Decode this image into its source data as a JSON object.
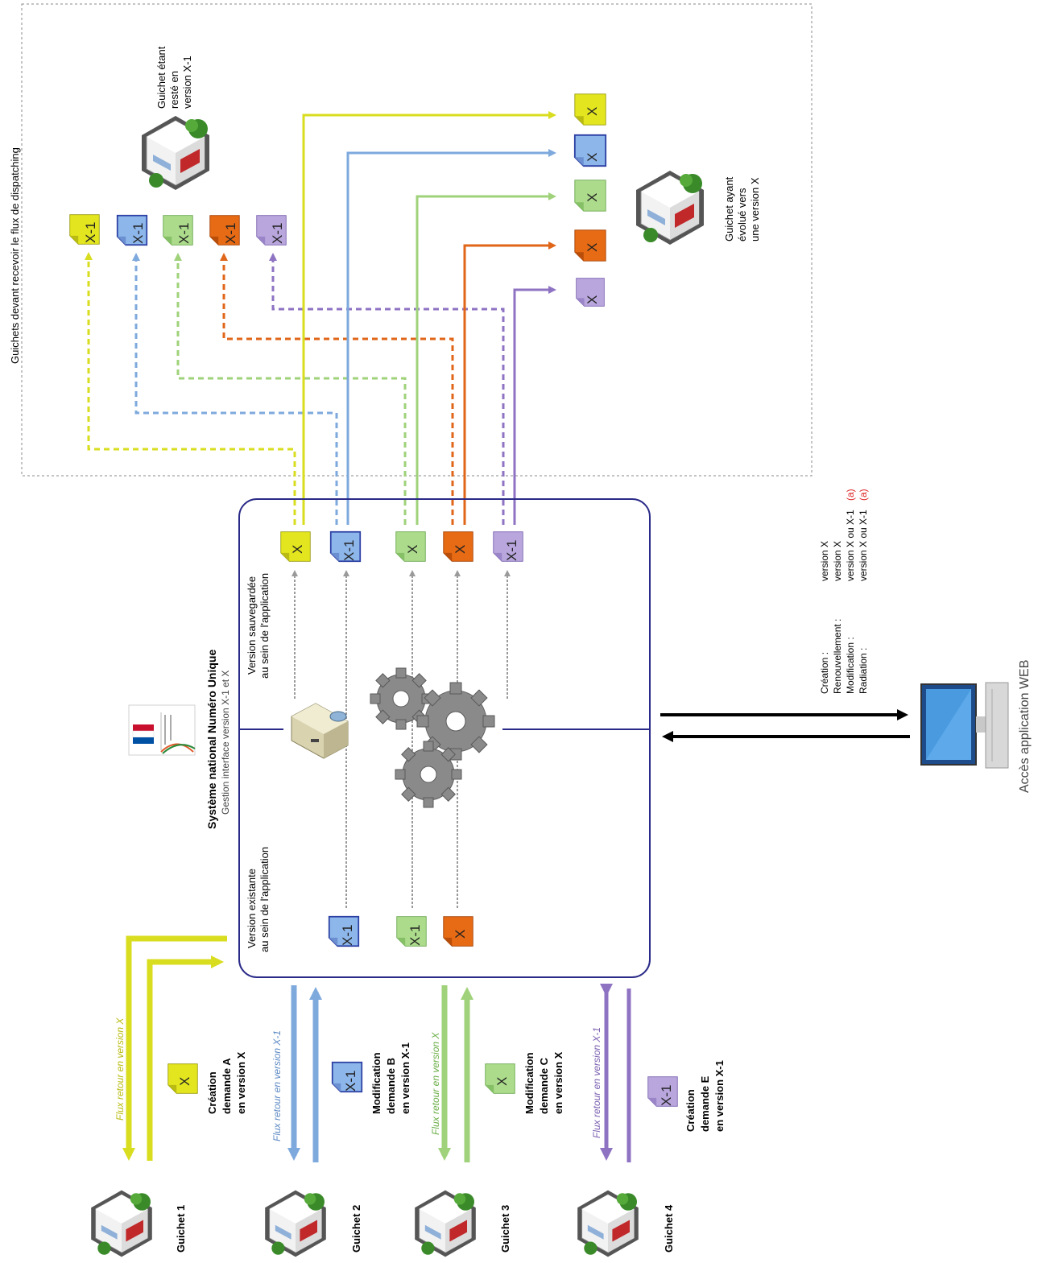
{
  "colors": {
    "yellow": "#d9dd1f",
    "blue": "#7ea9dd",
    "green": "#9fd27a",
    "orange": "#e0661a",
    "purple": "#8f73c3",
    "frame": "#2a2a88",
    "dashed_box": "#888888",
    "web_red": "#dd2222"
  },
  "icons": {
    "guichet": "building-icon",
    "server": "server-icon",
    "gears": "gears-icon",
    "computer": "computer-icon",
    "logo": "ministry-logo-icon",
    "document": "document-icon"
  },
  "dispatch_box_title": "Guichets devant recevoir le flux de dispatching",
  "guichet_reste": [
    "Guichet étant",
    "resté en",
    "version X-1"
  ],
  "guichet_evolue": [
    "Guichet ayant",
    "évolué vers",
    "une version X"
  ],
  "system": {
    "title": "Système national Numéro Unique",
    "subtitle": "Gestion interface version X-1 et X",
    "saved_label": [
      "Version sauvegardée",
      "au sein de l'application"
    ],
    "existing_label": [
      "Version existante",
      "au sein de l'application"
    ]
  },
  "docs": {
    "x": "X",
    "xm1": "X-1"
  },
  "web": {
    "caption": "Accès application WEB",
    "rows": [
      {
        "action": "Création :",
        "version": "version X",
        "note": ""
      },
      {
        "action": "Renouvellement :",
        "version": "version X",
        "note": ""
      },
      {
        "action": "Modification :",
        "version": "version X ou X-1",
        "note": "(a)"
      },
      {
        "action": "Radiation :",
        "version": "version X ou X-1",
        "note": "(a)"
      }
    ]
  },
  "guichets": [
    {
      "name": "Guichet 1",
      "flux": "Flux retour en version X",
      "request": [
        "Création",
        "demande A",
        "en version X"
      ],
      "doc": "X"
    },
    {
      "name": "Guichet 2",
      "flux": "Flux retour en version X-1",
      "request": [
        "Modification",
        "demande B",
        "en version X-1"
      ],
      "doc": "X-1"
    },
    {
      "name": "Guichet 3",
      "flux": "Flux retour en version X",
      "request": [
        "Modification",
        "demande C",
        "en version X"
      ],
      "doc": "X"
    },
    {
      "name": "Guichet 4",
      "flux": "Flux retour en version X-1",
      "request": [
        "Création",
        "demande E",
        "en version X-1"
      ],
      "doc": "X-1"
    }
  ]
}
